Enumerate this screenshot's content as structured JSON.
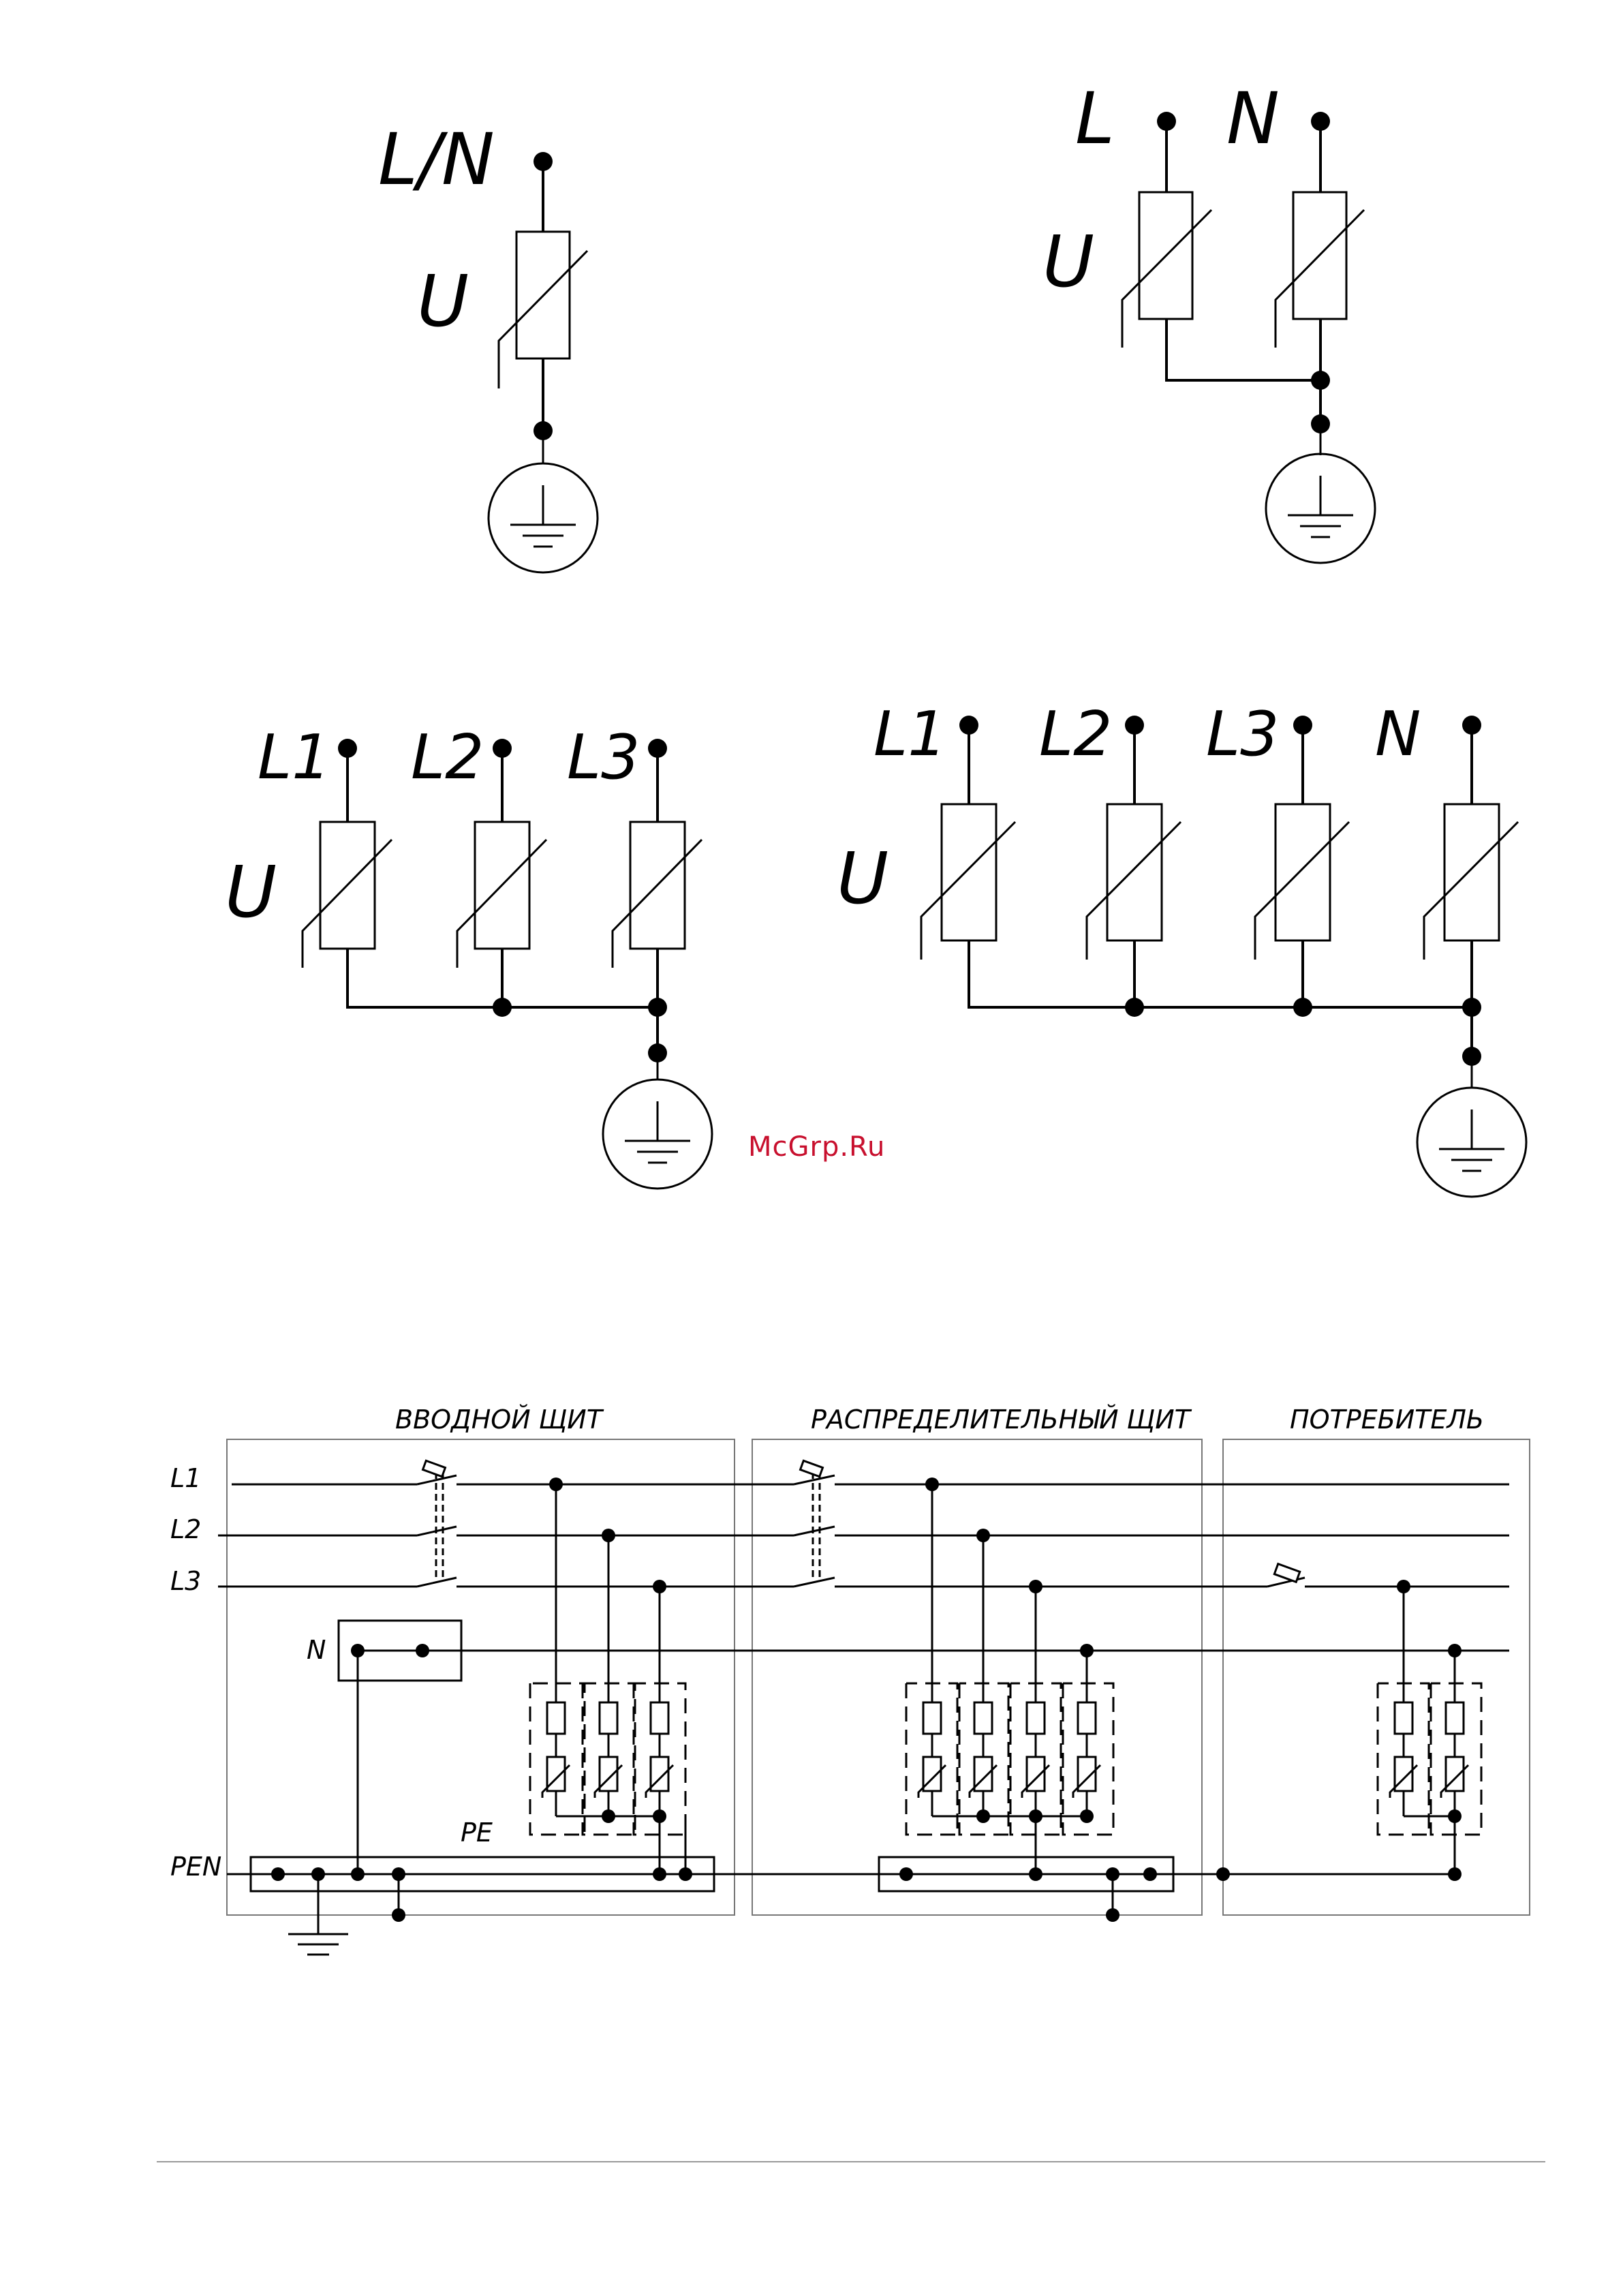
{
  "labels": {
    "d1_ln": "L/N",
    "d1_u": "U",
    "d2_l": "L",
    "d2_n": "N",
    "d2_u": "U",
    "d3_l1": "L1",
    "d3_l2": "L2",
    "d3_l3": "L3",
    "d3_u": "U",
    "d4_l1": "L1",
    "d4_l2": "L2",
    "d4_l3": "L3",
    "d4_n": "N",
    "d4_u": "U"
  },
  "watermark": "McGrp.Ru",
  "scheme": {
    "sections": [
      "ВВОДНОЙ ЩИТ",
      "РАСПРЕДЕЛИТЕЛЬНЫЙ ЩИТ",
      "ПОТРЕБИТЕЛЬ"
    ],
    "lines": [
      "L1",
      "L2",
      "L3",
      "N",
      "PEN"
    ],
    "pe_label": "PE"
  }
}
